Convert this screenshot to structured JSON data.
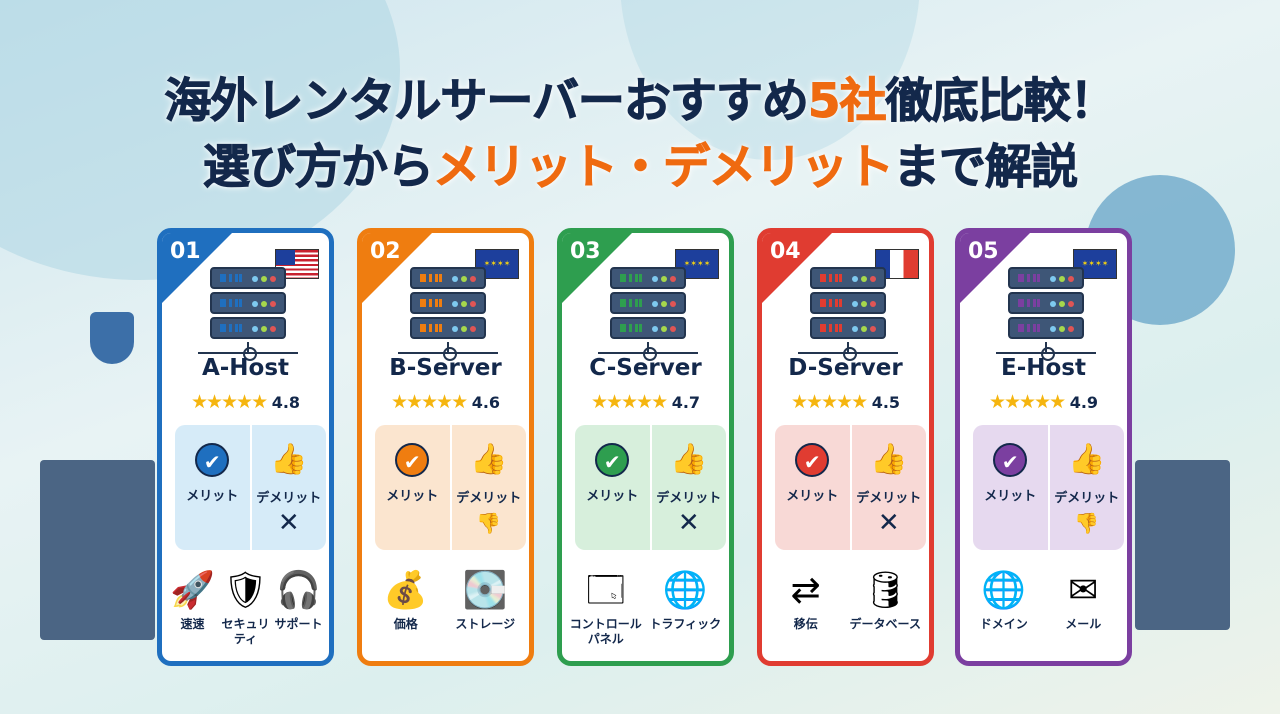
{
  "title": {
    "line1_a": "海外レンタルサーバーおすすめ",
    "line1_hl": "5社",
    "line1_b": "徹底比較！",
    "line2_a": "選び方から",
    "line2_hl": "メリット・デメリット",
    "line2_b": "まで解説"
  },
  "labels": {
    "merit": "メリット",
    "demerit": "デメリット"
  },
  "cards": [
    {
      "num": "01",
      "name": "A-Host",
      "rating": "4.8",
      "color": "#1f6fbf",
      "tint": "#d6ebf8",
      "flag": "us",
      "demerit_icon": "x",
      "features": [
        {
          "icon": "rocket-icon",
          "glyph": "🚀",
          "label": "速速"
        },
        {
          "icon": "shield-icon",
          "glyph": "🛡",
          "label": "セキュリティ"
        },
        {
          "icon": "support-headset-icon",
          "glyph": "🎧",
          "label": "サポート"
        }
      ]
    },
    {
      "num": "02",
      "name": "B-Server",
      "rating": "4.6",
      "color": "#ef7d10",
      "tint": "#fbe5cf",
      "flag": "eu",
      "demerit_icon": "thumbs-down",
      "features": [
        {
          "icon": "money-bag-icon",
          "glyph": "💰",
          "label": "価格"
        },
        {
          "icon": "hard-drive-icon",
          "glyph": "💽",
          "label": "ストレージ"
        }
      ]
    },
    {
      "num": "03",
      "name": "C-Server",
      "rating": "4.7",
      "color": "#2e9e4f",
      "tint": "#d7efdc",
      "flag": "eu",
      "demerit_icon": "x",
      "features": [
        {
          "icon": "control-panel-icon",
          "glyph": "🗔",
          "label": "コントロール\nパネル"
        },
        {
          "icon": "globe-traffic-icon",
          "glyph": "🌐",
          "label": "トラフィック"
        }
      ]
    },
    {
      "num": "04",
      "name": "D-Server",
      "rating": "4.5",
      "color": "#e03c31",
      "tint": "#f8d9d6",
      "flag": "fr",
      "demerit_icon": "x",
      "features": [
        {
          "icon": "migration-arrows-icon",
          "glyph": "⇄",
          "label": "移伝"
        },
        {
          "icon": "database-icon",
          "glyph": "🛢",
          "label": "データベース"
        }
      ]
    },
    {
      "num": "05",
      "name": "E-Host",
      "rating": "4.9",
      "color": "#7b3fa0",
      "tint": "#e6d9ef",
      "flag": "eu",
      "demerit_icon": "thumbs-down",
      "features": [
        {
          "icon": "globe-domain-icon",
          "glyph": "🌐",
          "label": "ドメイン"
        },
        {
          "icon": "mail-envelope-icon",
          "glyph": "✉",
          "label": "メール"
        }
      ]
    }
  ]
}
